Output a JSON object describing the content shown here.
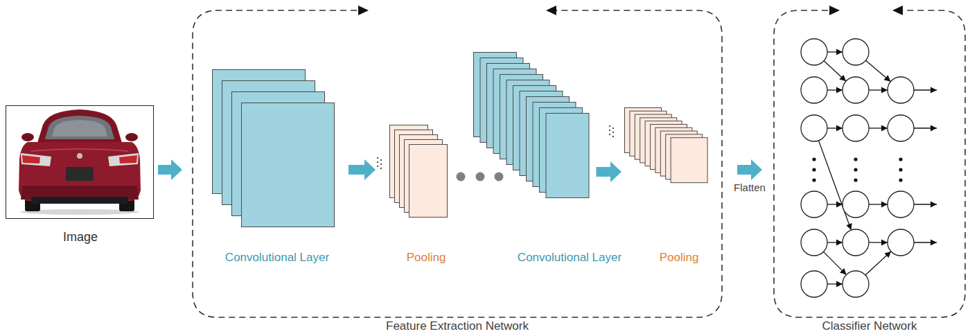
{
  "diagram": {
    "nodes": [
      {
        "text": [
          "Image"
        ]
      },
      {
        "text": [
          "Feature Extraction Network"
        ]
      },
      {
        "text": [
          "Convolutional Layer"
        ],
        "in": 1
      },
      {
        "text": [
          "Pooling"
        ],
        "in": 1
      },
      {
        "text": [
          "Convolutional Layer"
        ],
        "in": 1
      },
      {
        "text": [
          "Pooling"
        ],
        "in": 1
      },
      {
        "text": [
          "Classifier Network"
        ]
      }
    ],
    "edges": [
      {
        "from": 0,
        "to": 1,
        "arrow": "to"
      },
      {
        "from": 2,
        "to": 3,
        "arrow": "to"
      },
      {
        "from": 4,
        "to": 5,
        "arrow": "to"
      },
      {
        "from": 1,
        "to": 6,
        "label": "Flatten",
        "arrow": "to"
      }
    ]
  }
}
